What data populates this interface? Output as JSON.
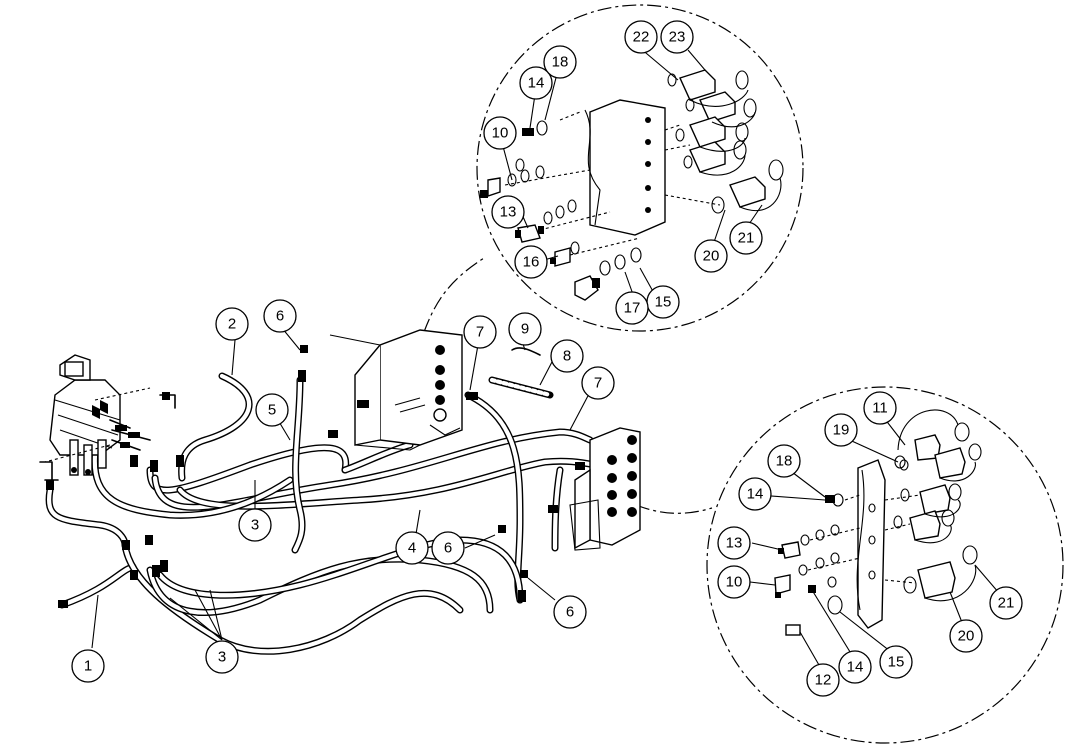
{
  "callouts": [
    {
      "id": "c1",
      "label": "1"
    },
    {
      "id": "c2",
      "label": "2"
    },
    {
      "id": "c3a",
      "label": "3"
    },
    {
      "id": "c3b",
      "label": "3"
    },
    {
      "id": "c4",
      "label": "4"
    },
    {
      "id": "c5",
      "label": "5"
    },
    {
      "id": "c6a",
      "label": "6"
    },
    {
      "id": "c6b",
      "label": "6"
    },
    {
      "id": "c6c",
      "label": "6"
    },
    {
      "id": "c7a",
      "label": "7"
    },
    {
      "id": "c7b",
      "label": "7"
    },
    {
      "id": "c8",
      "label": "8"
    },
    {
      "id": "c9",
      "label": "9"
    },
    {
      "id": "t10",
      "label": "10"
    },
    {
      "id": "t13",
      "label": "13"
    },
    {
      "id": "t14",
      "label": "14"
    },
    {
      "id": "t15",
      "label": "15"
    },
    {
      "id": "t16",
      "label": "16"
    },
    {
      "id": "t17",
      "label": "17"
    },
    {
      "id": "t18",
      "label": "18"
    },
    {
      "id": "t20",
      "label": "20"
    },
    {
      "id": "t21",
      "label": "21"
    },
    {
      "id": "t22",
      "label": "22"
    },
    {
      "id": "t23",
      "label": "23"
    },
    {
      "id": "b10",
      "label": "10"
    },
    {
      "id": "b11",
      "label": "11"
    },
    {
      "id": "b12",
      "label": "12"
    },
    {
      "id": "b13",
      "label": "13"
    },
    {
      "id": "b14a",
      "label": "14"
    },
    {
      "id": "b14b",
      "label": "14"
    },
    {
      "id": "b15",
      "label": "15"
    },
    {
      "id": "b18",
      "label": "18"
    },
    {
      "id": "b19",
      "label": "19"
    },
    {
      "id": "b20",
      "label": "20"
    },
    {
      "id": "b21",
      "label": "21"
    }
  ]
}
